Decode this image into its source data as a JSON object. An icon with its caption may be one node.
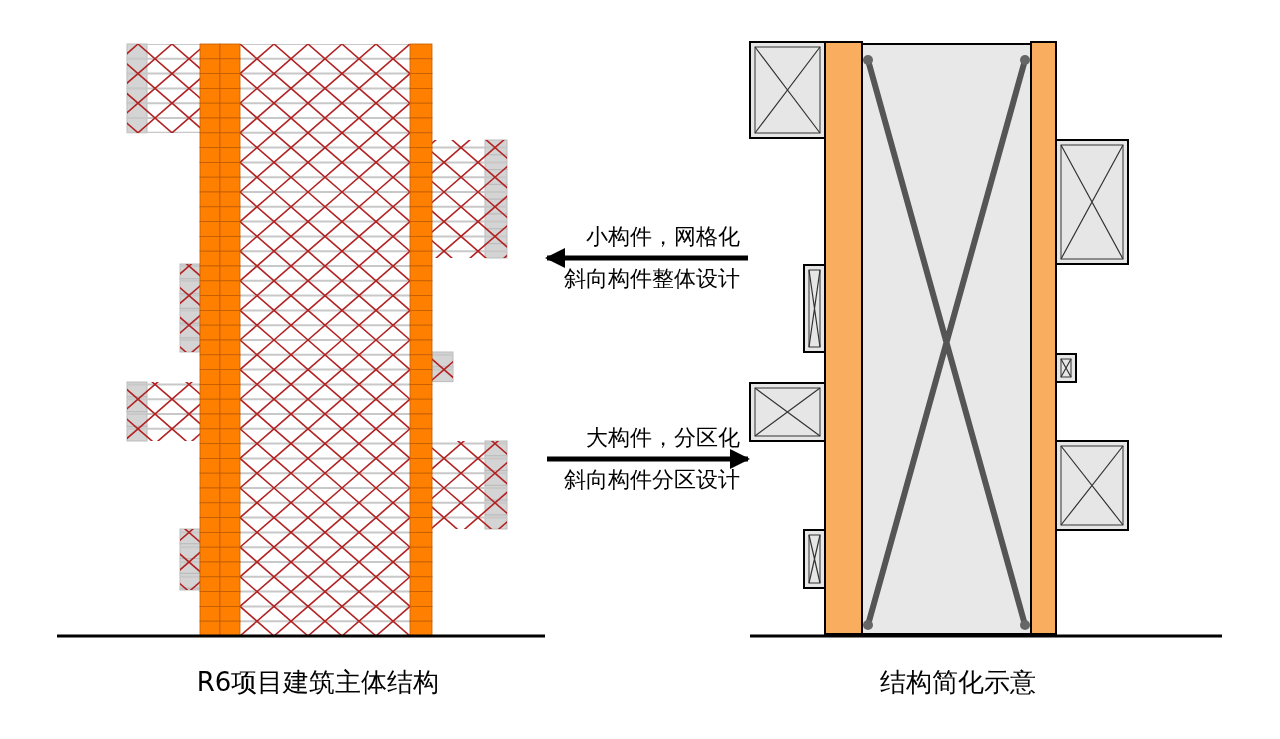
{
  "diagram": {
    "nodes": [
      {
        "text": [],
        "shape": "picture",
        "beside": [
          "R6项目建筑主体结构"
        ]
      },
      {
        "text": [],
        "shape": "picture",
        "beside": [
          "结构简化示意"
        ]
      }
    ],
    "edges": [
      {
        "from": 1,
        "to": 0,
        "arrow": "to",
        "label": "小构件，网格化斜向构件整体设计"
      },
      {
        "from": 0,
        "to": 1,
        "arrow": "to",
        "label": "大构件，分区化斜向构件分区设计"
      }
    ]
  }
}
